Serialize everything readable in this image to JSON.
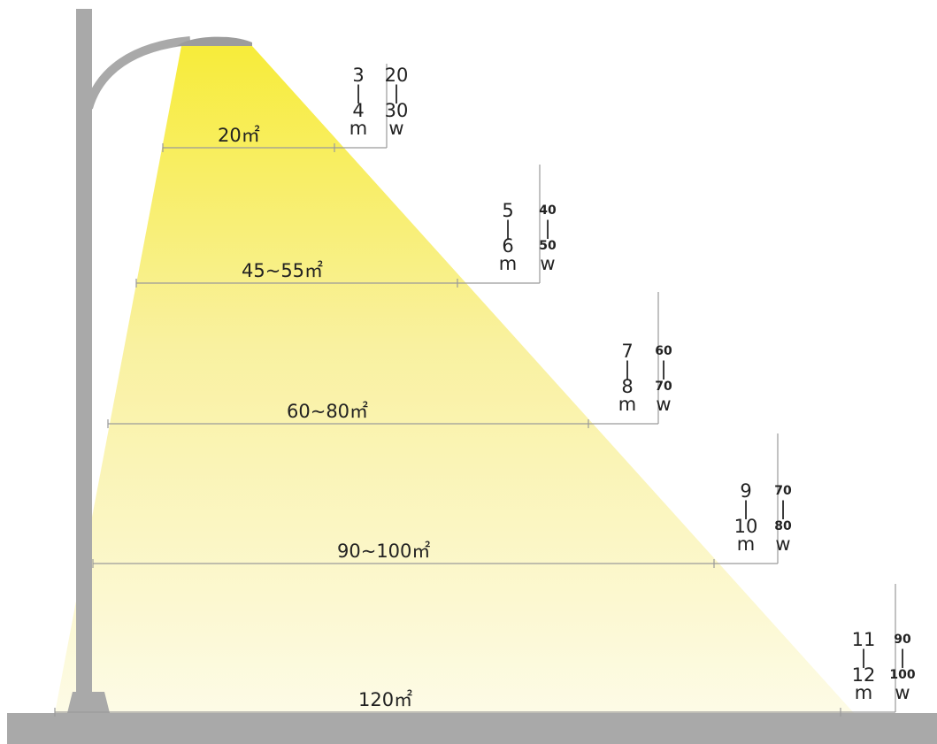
{
  "colors": {
    "beam": "#f5ea3c",
    "pole": "#a9a9a9",
    "ground": "#a9a9a9",
    "line": "#9a9a9a",
    "text": "#222222"
  },
  "icons": {
    "street_lamp": "street-lamp-icon"
  },
  "levels": [
    {
      "area": "20㎡",
      "height_min": "3",
      "height_sep": "|",
      "height_max": "4",
      "height_unit": "m",
      "watt_min": "20",
      "watt_sep": "|",
      "watt_max": "30",
      "watt_unit": "w"
    },
    {
      "area": "45~55㎡",
      "height_min": "5",
      "height_sep": "|",
      "height_max": "6",
      "height_unit": "m",
      "watt_min": "40",
      "watt_sep": "|",
      "watt_max": "50",
      "watt_unit": "w"
    },
    {
      "area": "60~80㎡",
      "height_min": "7",
      "height_sep": "|",
      "height_max": "8",
      "height_unit": "m",
      "watt_min": "60",
      "watt_sep": "|",
      "watt_max": "70",
      "watt_unit": "w"
    },
    {
      "area": "90~100㎡",
      "height_min": "9",
      "height_sep": "|",
      "height_max": "10",
      "height_unit": "m",
      "watt_min": "70",
      "watt_sep": "|",
      "watt_max": "80",
      "watt_unit": "w"
    },
    {
      "area": "120㎡",
      "height_min": "11",
      "height_sep": "|",
      "height_max": "12",
      "height_unit": "m",
      "watt_min": "90",
      "watt_sep": "|",
      "watt_max": "100",
      "watt_unit": "w"
    }
  ]
}
